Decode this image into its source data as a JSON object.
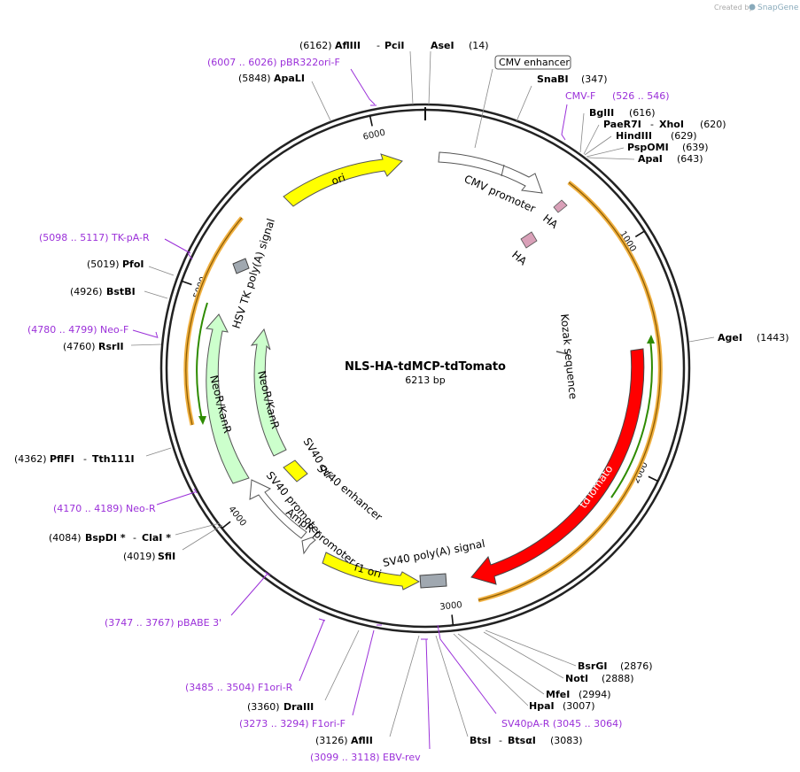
{
  "watermark": {
    "prefix": "Created by",
    "brand": "SnapGene"
  },
  "plasmid": {
    "name": "NLS-HA-tdMCP-tdTomato",
    "size": "6213 bp"
  },
  "ticks": [
    "1000",
    "2000",
    "3000",
    "4000",
    "5000",
    "6000"
  ],
  "boxed_label": "CMV enhancer",
  "features": {
    "cmv_promoter": "CMV promoter",
    "ha1": "HA",
    "ha2": "HA",
    "kozak": "Kozak sequence",
    "tdtomato": "tdTomato",
    "sv40_polya": "SV40 poly(A) signal",
    "f1_ori": "f1 ori",
    "ampr_promoter": "AmpR promoter",
    "sv40_promoter": "SV40 promoter",
    "sv40_enhancer": "SV40 enhancer",
    "sv40_ori": "SV40 ori",
    "neo_outer": "NeoR/KanR",
    "neo_inner": "NeoR/KanR",
    "hsv_tk": "HSV TK poly(A) signal",
    "ori": "ori"
  },
  "sites": {
    "afliii": {
      "pos": "(6162)",
      "name": "AflIII",
      "sep": "-",
      "name2": "PciI"
    },
    "asei": {
      "name": "AseI",
      "pos": "(14)"
    },
    "snabi": {
      "name": "SnaBI",
      "pos": "(347)"
    },
    "bglii": {
      "name": "BglII",
      "pos": "(616)"
    },
    "paer7i": {
      "name": "PaeR7I",
      "sep": "-",
      "name2": "XhoI",
      "pos": "(620)"
    },
    "hindiii": {
      "name": "HindIII",
      "pos": "(629)"
    },
    "pspomi": {
      "name": "PspOMI",
      "pos": "(639)"
    },
    "apai": {
      "name": "ApaI",
      "pos": "(643)"
    },
    "agei": {
      "name": "AgeI",
      "pos": "(1443)"
    },
    "bsrgi": {
      "name": "BsrGI",
      "pos": "(2876)"
    },
    "noti": {
      "name": "NotI",
      "pos": "(2888)"
    },
    "mfei": {
      "name": "MfeI",
      "pos": "(2994)"
    },
    "hpai": {
      "name": "HpaI",
      "pos": "(3007)"
    },
    "btsi": {
      "name": "BtsI",
      "sep": "-",
      "name2": "BtsαI",
      "pos": "(3083)"
    },
    "afiii": {
      "pos": "(3126)",
      "name": "AflII"
    },
    "draiii": {
      "pos": "(3360)",
      "name": "DraIII"
    },
    "sfii": {
      "pos": "(4019)",
      "name": "SfiI"
    },
    "bspdi": {
      "pos": "(4084)",
      "name": "BspDI *",
      "sep": "-",
      "name2": "ClaI *"
    },
    "pflfi": {
      "pos": "(4362)",
      "name": "PflFI",
      "sep": "-",
      "name2": "Tth111I"
    },
    "rsrii": {
      "pos": "(4760)",
      "name": "RsrII"
    },
    "bstbi": {
      "pos": "(4926)",
      "name": "BstBI"
    },
    "pfoi": {
      "pos": "(5019)",
      "name": "PfoI"
    },
    "apali": {
      "pos": "(5848)",
      "name": "ApaLI"
    }
  },
  "primers": {
    "pbr322": "(6007 .. 6026)  pBR322ori-F",
    "cmvf_name": "CMV-F",
    "cmvf_range": "(526 .. 546)",
    "sv40pa": "SV40pA-R  (3045 .. 3064)",
    "ebv": "(3099 .. 3118)  EBV-rev",
    "f1orif": "(3273 .. 3294)  F1ori-F",
    "f1orir": "(3485 .. 3504)  F1ori-R",
    "pbabe": "(3747 .. 3767)  pBABE 3'",
    "neor": "(4170 .. 4189)  Neo-R",
    "neof": "(4780 .. 4799)  Neo-F",
    "tkpa": "(5098 .. 5117)  TK-pA-R"
  },
  "colors": {
    "primer": "#9B30D9",
    "tdtomato": "#FF0000",
    "ori": "#FFFF00",
    "neo": "#CCFFCC",
    "polya": "#A0A8B0",
    "ha": "#D9A0B8",
    "orf_outline": "#F0B040",
    "orf_inner": "#2E8B00"
  }
}
